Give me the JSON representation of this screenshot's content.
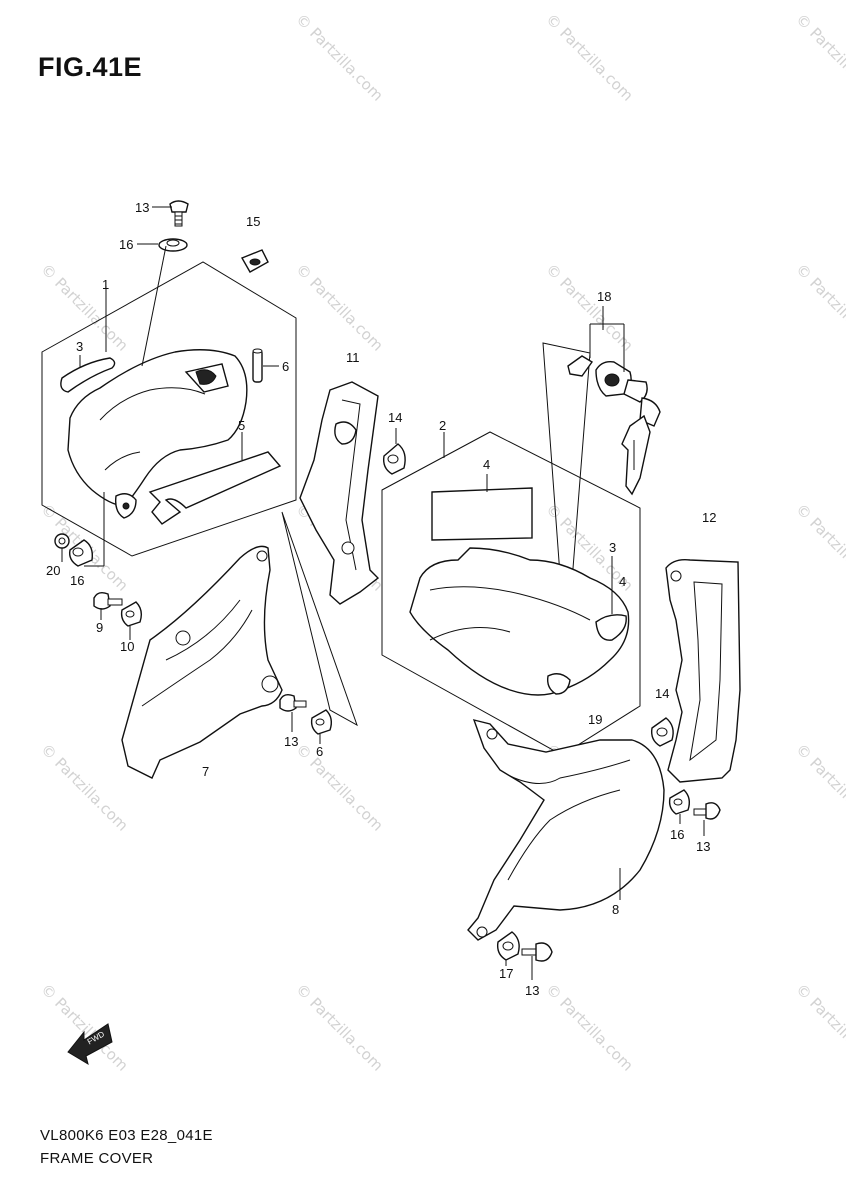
{
  "figure": {
    "title": "FIG.41E",
    "model_code": "VL800K6 E03 E28_041E",
    "section_name": "FRAME COVER"
  },
  "callouts": {
    "c1": "1",
    "c2": "2",
    "c3a": "3",
    "c3b": "3",
    "c4a": "4",
    "c4b": "4",
    "c5": "5",
    "c6a": "6",
    "c6b": "6",
    "c7": "7",
    "c8": "8",
    "c9": "9",
    "c10": "10",
    "c11": "11",
    "c12": "12",
    "c13a": "13",
    "c13b": "13",
    "c13c": "13",
    "c13d": "13",
    "c14a": "14",
    "c14b": "14",
    "c15": "15",
    "c16a": "16",
    "c16b": "16",
    "c16c": "16",
    "c17": "17",
    "c18": "18",
    "c19": "19",
    "c20": "20"
  },
  "fwd_arrow": {
    "label": "FWD"
  },
  "watermark": {
    "text": "© Partzilla.com"
  },
  "colors": {
    "line": "#111111",
    "watermark": "#d2d2d2",
    "background": "#ffffff"
  }
}
